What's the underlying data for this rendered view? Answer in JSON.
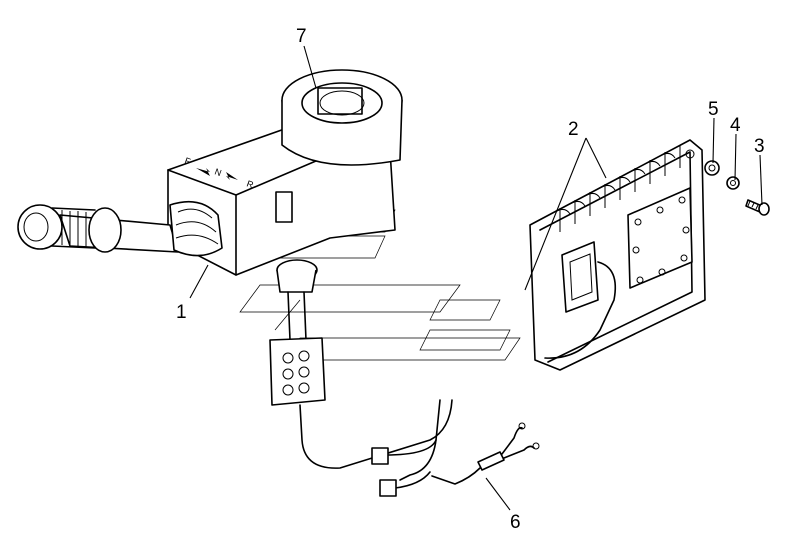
{
  "callouts": {
    "c1": "1",
    "c2": "2",
    "c3": "3",
    "c4": "4",
    "c5": "5",
    "c6": "6",
    "c7": "7"
  },
  "selector_markings": {
    "f": "F",
    "n": "N",
    "r": "R"
  }
}
